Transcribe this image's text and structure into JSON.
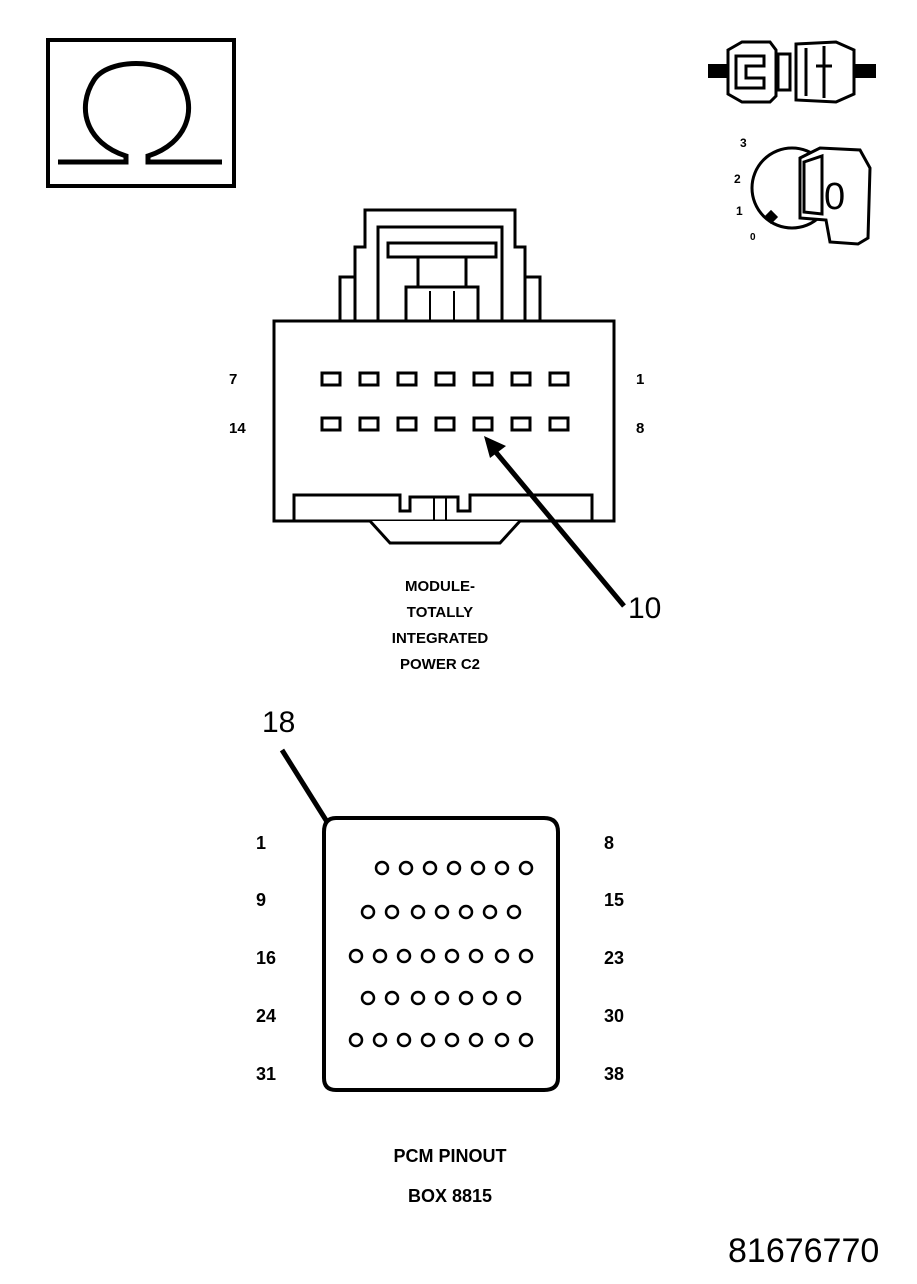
{
  "icons": {
    "ohmmeter": "ohm-icon",
    "disconnect": "connector-disconnect-icon",
    "ignition": "ignition-key-icon"
  },
  "ignition": {
    "positions": [
      "3",
      "2",
      "1",
      "0"
    ],
    "key_label": "0"
  },
  "tipm_connector": {
    "row1_left_pin": "7",
    "row1_right_pin": "1",
    "row2_left_pin": "14",
    "row2_right_pin": "8",
    "callout": "10",
    "caption_lines": [
      "MODULE-",
      "TOTALLY",
      "INTEGRATED",
      "POWER C2"
    ]
  },
  "pcm_connector": {
    "callout": "18",
    "left_pins": [
      "1",
      "9",
      "16",
      "24",
      "31"
    ],
    "right_pins": [
      "8",
      "15",
      "23",
      "30",
      "38"
    ],
    "caption_lines": [
      "PCM PINOUT",
      "BOX 8815"
    ]
  },
  "figure_number": "81676770"
}
